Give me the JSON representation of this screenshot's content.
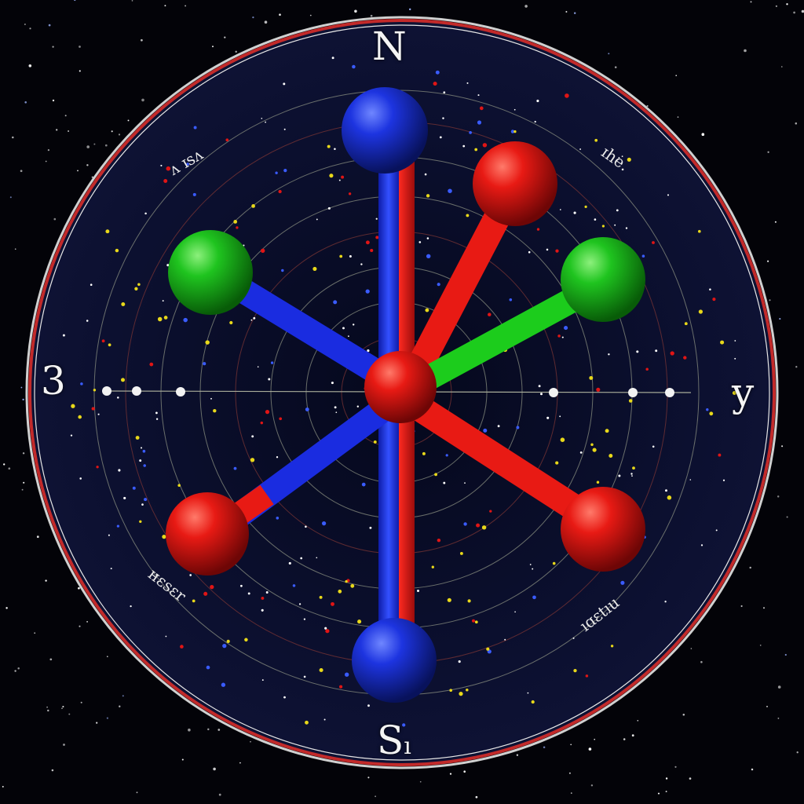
{
  "compass": {
    "north": "N",
    "south": "S",
    "south_mark": "ı",
    "west": "3",
    "east": "y"
  },
  "glyphs": {
    "top_left": "ʌ ɪsʌ",
    "top_right": "ɪhe.",
    "bottom_left": "ʜɛsɛr",
    "bottom_right": "ıɑɛtıu"
  },
  "colors": {
    "space": "#030308",
    "dial": "#0a0d2a",
    "rim": "#c22a2a",
    "ring": "#8a8f80",
    "blue": "#1a2cd8",
    "red": "#e01515",
    "green": "#16b81c",
    "star_yellow": "#e8d81a"
  },
  "molecule": {
    "center_atom": "red-sphere",
    "atoms": [
      {
        "name": "north-atom",
        "color": "blue"
      },
      {
        "name": "northeast-atom",
        "color": "red"
      },
      {
        "name": "east-atom",
        "color": "green"
      },
      {
        "name": "southeast-atom",
        "color": "red"
      },
      {
        "name": "south-atom",
        "color": "blue"
      },
      {
        "name": "southwest-atom",
        "color": "red"
      },
      {
        "name": "west-atom",
        "color": "green"
      }
    ]
  }
}
